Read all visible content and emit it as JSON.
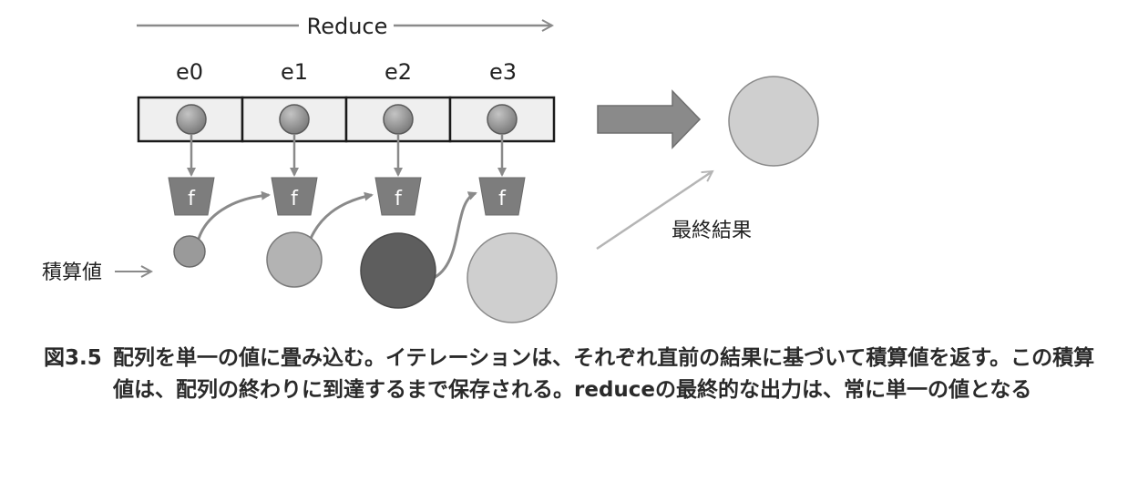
{
  "diagram": {
    "reduce_label": "Reduce",
    "element_labels": [
      "e0",
      "e1",
      "e2",
      "e3"
    ],
    "function_label": "f",
    "accumulator_label": "積算値",
    "final_result_label": "最終結果"
  },
  "caption": {
    "number": "図3.5",
    "text": "配列を単一の値に畳み込む。イテレーションは、それぞれ直前の結果に基づいて積算値を返す。この積算値は、配列の終わりに到達するまで保存される。reduceの最終的な出力は、常に単一の値となる"
  },
  "colors": {
    "arrow_gray": "#8a8a8a",
    "light_arrow_gray": "#b5b5b5",
    "array_fill": "#efefef",
    "funnel_gray": "#7d7d7d",
    "dark_accumulator": "#5e5e5e",
    "result_fill": "#cfcfcf"
  }
}
